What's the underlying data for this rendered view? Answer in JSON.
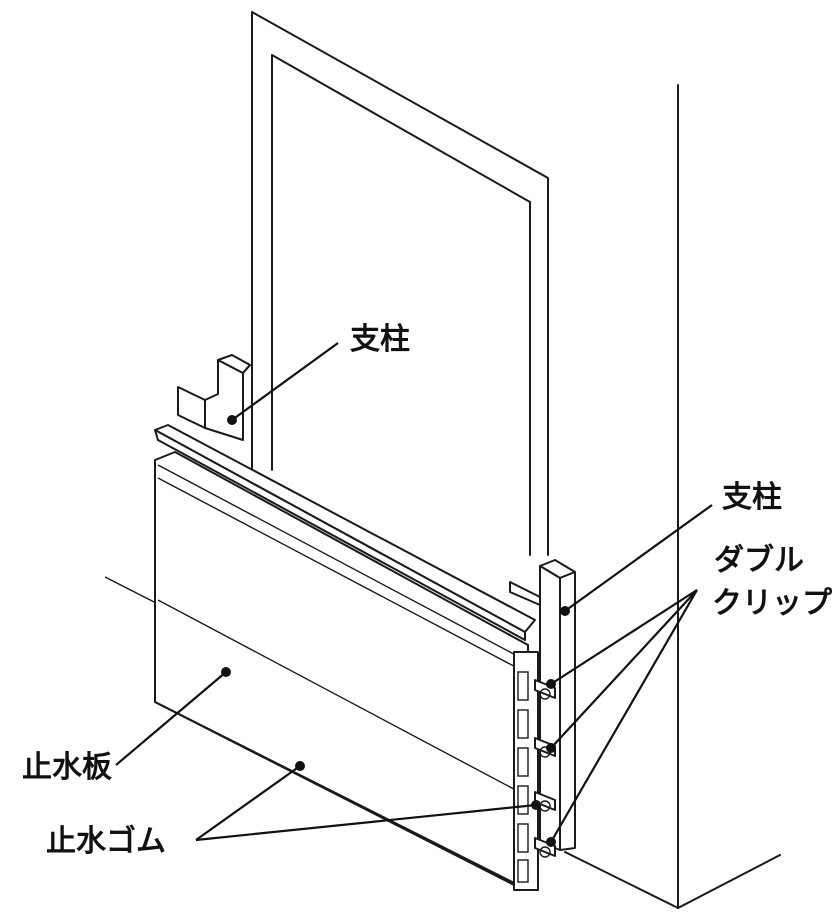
{
  "labels": {
    "post_upper": "支柱",
    "post_right": "支柱",
    "double_clip_line1": "ダブル",
    "double_clip_line2": "クリップ",
    "panel": "止水板",
    "rubber": "止水ゴム"
  },
  "colors": {
    "line": "#1a1a1a",
    "background": "#ffffff"
  }
}
